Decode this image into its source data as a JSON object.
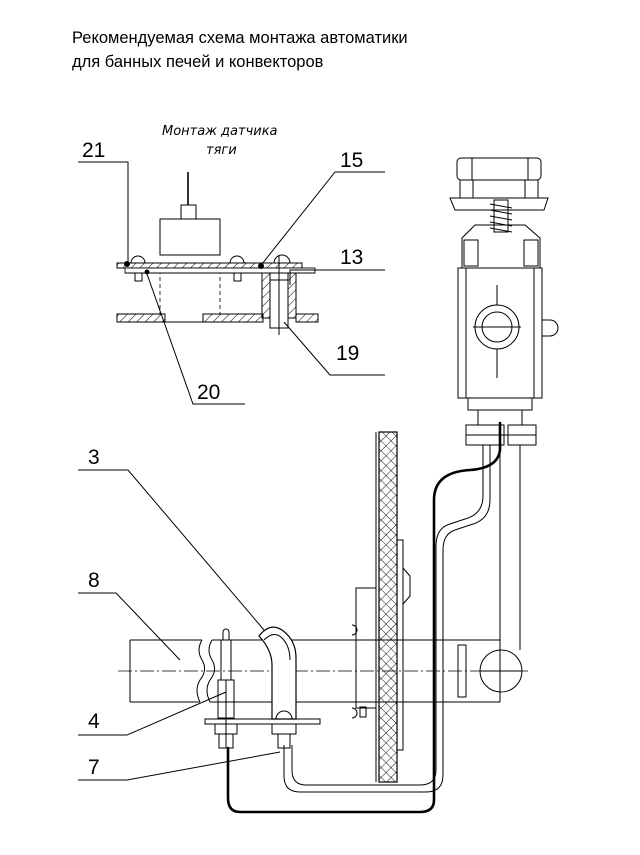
{
  "title": {
    "line1": "Рекомендуемая схема монтажа автоматики",
    "line2": "для банных печей и конвекторов"
  },
  "detail": {
    "note_line1": "Монтаж датчика",
    "note_line2": "тяги"
  },
  "labels": {
    "l21": "21",
    "l15": "15",
    "l13": "13",
    "l19": "19",
    "l20": "20",
    "l3": "3",
    "l8": "8",
    "l4": "4",
    "l7": "7"
  }
}
